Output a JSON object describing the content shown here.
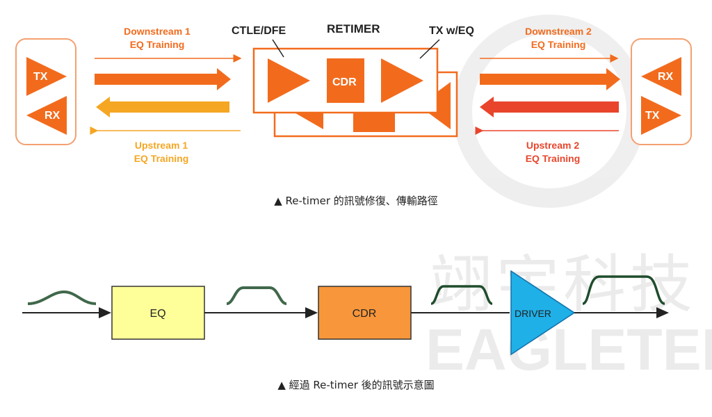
{
  "top": {
    "title": "RETIMER",
    "ctle_label": "CTLE/DFE",
    "txeq_label": "TX w/EQ",
    "cdr_label": "CDR",
    "left_tx": "TX",
    "left_rx": "RX",
    "right_rx": "RX",
    "right_tx": "TX",
    "downstream1": [
      "Downstream 1",
      "EQ Training"
    ],
    "downstream2": [
      "Downstream 2",
      "EQ Training"
    ],
    "upstream1": [
      "Upstream 1",
      "EQ Training"
    ],
    "upstream2": [
      "Upstream 2",
      "EQ Training"
    ],
    "caption": "▲ Re-timer 的訊號修復、傳輸路徑",
    "colors": {
      "orange": "#f26b1d",
      "yellow": "#f5a623",
      "red": "#e8452c"
    }
  },
  "bottom": {
    "eq_label": "EQ",
    "cdr_label": "CDR",
    "driver_label": "DRIVER",
    "caption": "▲ 經過 Re-timer 後的訊號示意圖",
    "colors": {
      "eq_fill": "#ffff99",
      "cdr_fill": "#f7963b",
      "driver_fill": "#1fb0e8",
      "wave": "#1f4d2c"
    }
  },
  "watermark": {
    "line1": "翊宇科技",
    "line2": "EAGLETEK"
  }
}
